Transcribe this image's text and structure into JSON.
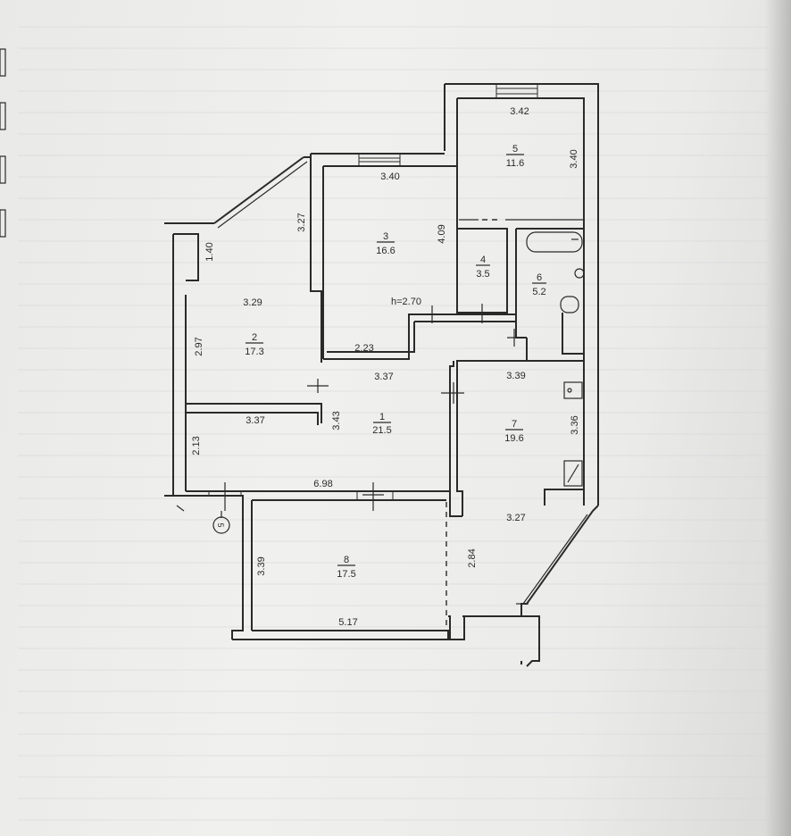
{
  "height_label": "h=2.70",
  "axis_marker": "5",
  "rooms": [
    {
      "id": "1",
      "area": "21.5"
    },
    {
      "id": "2",
      "area": "17.3"
    },
    {
      "id": "3",
      "area": "16.6"
    },
    {
      "id": "4",
      "area": "3.5"
    },
    {
      "id": "5",
      "area": "11.6"
    },
    {
      "id": "6",
      "area": "5.2"
    },
    {
      "id": "7",
      "area": "19.6"
    },
    {
      "id": "8",
      "area": "17.5"
    }
  ],
  "dimensions": [
    "3.42",
    "3.40",
    "3.40",
    "3.27",
    "4.09",
    "1.40",
    "3.29",
    "2.97",
    "2.23",
    "3.37",
    "3.37",
    "3.43",
    "3.39",
    "3.36",
    "2.13",
    "6.98",
    "3.27",
    "3.39",
    "2.84",
    "5.17"
  ]
}
